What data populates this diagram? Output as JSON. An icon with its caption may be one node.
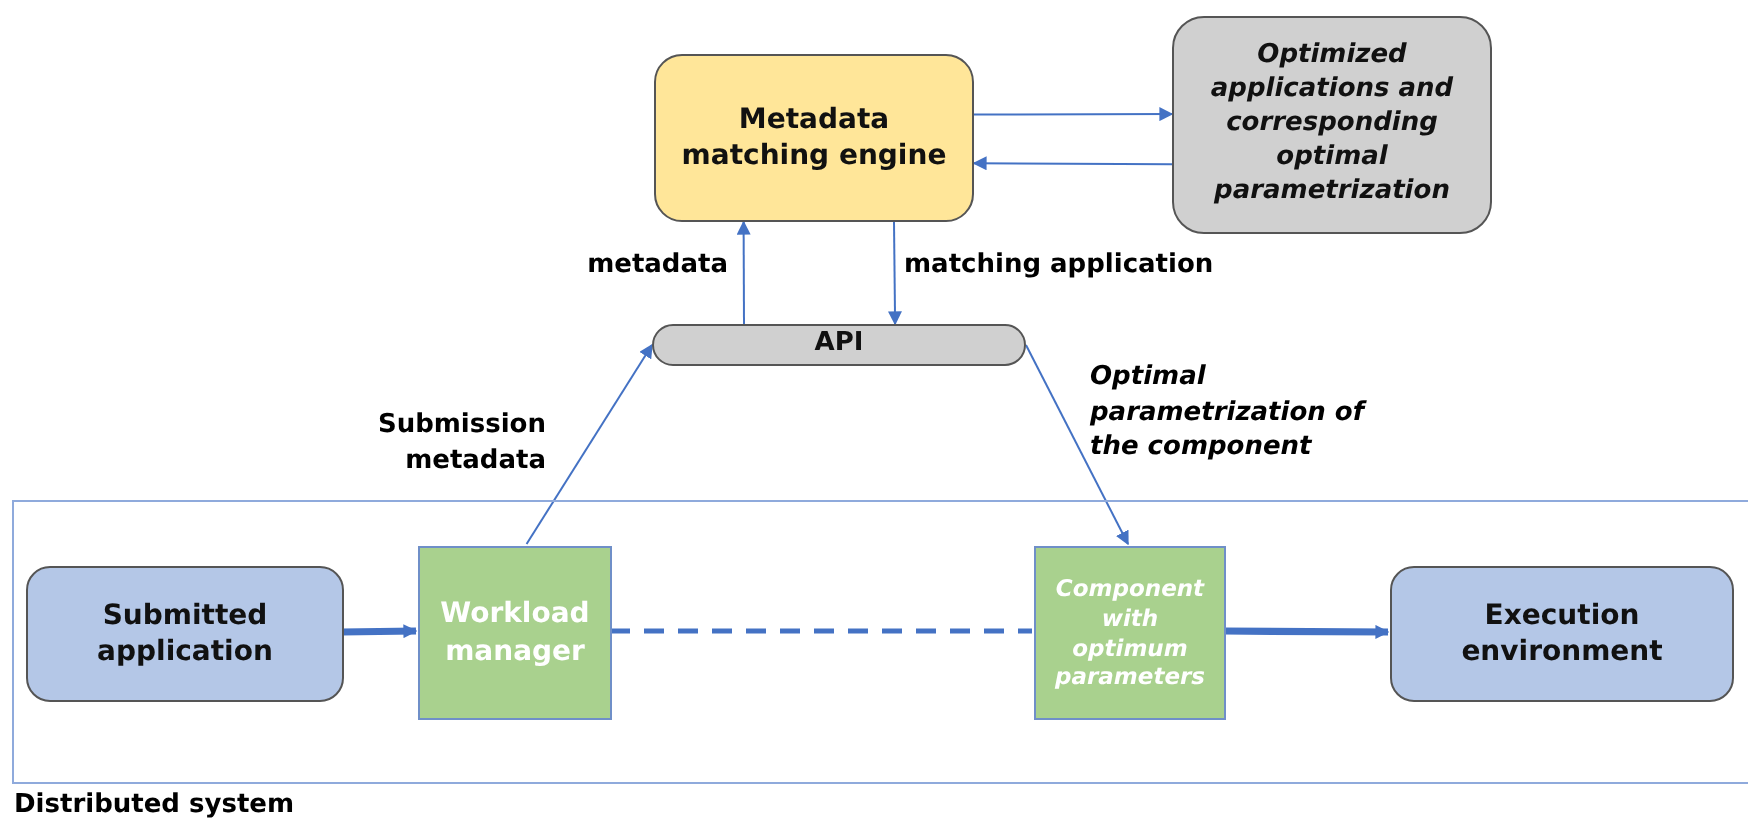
{
  "diagram": {
    "nodes": [
      {
        "text": [
          "Distributed system"
        ]
      },
      {
        "text": [
          "Metadata matching engine"
        ]
      },
      {
        "text": [
          "Optimized applications and corresponding optimal parametrization"
        ]
      },
      {
        "text": [
          "API"
        ]
      },
      {
        "text": [
          "Submitted application"
        ],
        "in": 0
      },
      {
        "text": [
          "Workload manager"
        ],
        "in": 0
      },
      {
        "text": [
          "Component with optimum parameters"
        ],
        "in": 0
      },
      {
        "text": [
          "Execution environment"
        ],
        "in": 0
      }
    ],
    "edges": [
      {
        "from": 1,
        "to": 2,
        "arrow": "to"
      },
      {
        "from": 2,
        "to": 1,
        "arrow": "to"
      },
      {
        "from": 3,
        "to": 1,
        "arrow": "to",
        "label": "metadata"
      },
      {
        "from": 1,
        "to": 3,
        "arrow": "to",
        "label": "matching application"
      },
      {
        "from": 5,
        "to": 3,
        "arrow": "to",
        "label": "Submission metadata"
      },
      {
        "from": 3,
        "to": 6,
        "arrow": "to",
        "label": "Optimal parametrization of the component"
      },
      {
        "from": 4,
        "to": 5,
        "arrow": "to",
        "style": "thick"
      },
      {
        "from": 5,
        "to": 6,
        "arrow": "none",
        "style": "dashed"
      },
      {
        "from": 6,
        "to": 7,
        "arrow": "to",
        "style": "thick"
      }
    ]
  }
}
